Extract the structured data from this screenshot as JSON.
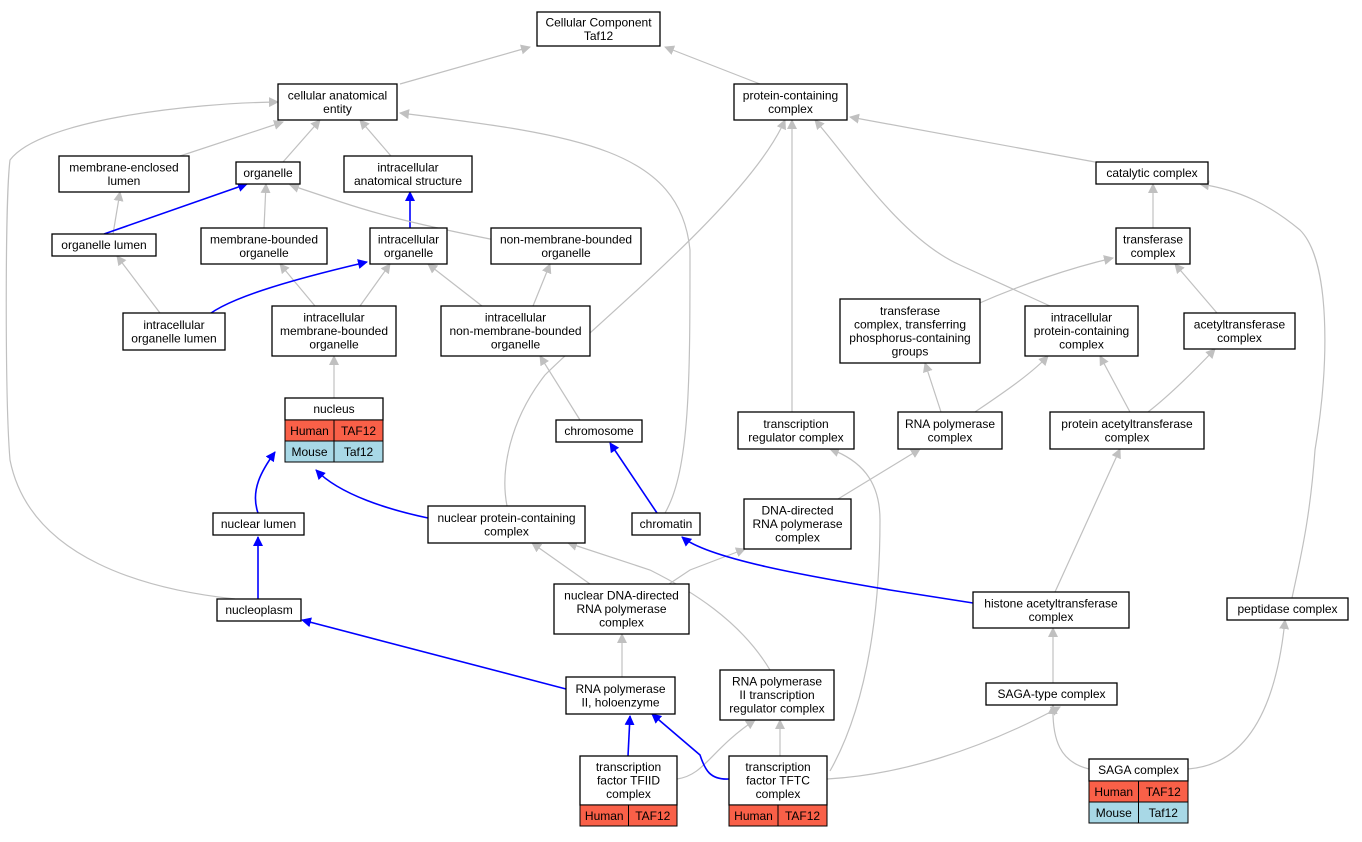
{
  "colors": {
    "human_cell": "#f96048",
    "mouse_cell": "#a8d8e6",
    "edge_default": "#c0c0c0",
    "edge_highlight": "#0000ff"
  },
  "nodes": {
    "root": [
      "Cellular Component",
      "Taf12"
    ],
    "cellular_anatomical_entity": [
      "cellular anatomical",
      "entity"
    ],
    "protein_containing_complex": [
      "protein-containing",
      "complex"
    ],
    "membrane_enclosed_lumen": [
      "membrane-enclosed",
      "lumen"
    ],
    "organelle": [
      "organelle"
    ],
    "intracellular_anatomical_structure": [
      "intracellular",
      "anatomical structure"
    ],
    "catalytic_complex": [
      "catalytic complex"
    ],
    "organelle_lumen": [
      "organelle lumen"
    ],
    "membrane_bounded_organelle": [
      "membrane-bounded",
      "organelle"
    ],
    "intracellular_organelle": [
      "intracellular",
      "organelle"
    ],
    "non_membrane_bounded_organelle": [
      "non-membrane-bounded",
      "organelle"
    ],
    "transferase_complex": [
      "transferase",
      "complex"
    ],
    "intracellular_organelle_lumen": [
      "intracellular",
      "organelle lumen"
    ],
    "intracellular_membrane_bounded_organelle": [
      "intracellular",
      "membrane-bounded",
      "organelle"
    ],
    "intracellular_non_membrane_bounded_organelle": [
      "intracellular",
      "non-membrane-bounded",
      "organelle"
    ],
    "transferase_phosphorus": [
      "transferase",
      "complex, transferring",
      "phosphorus-containing",
      "groups"
    ],
    "intracellular_protein_containing_complex": [
      "intracellular",
      "protein-containing",
      "complex"
    ],
    "acetyltransferase_complex": [
      "acetyltransferase",
      "complex"
    ],
    "nucleus": [
      "nucleus"
    ],
    "chromosome": [
      "chromosome"
    ],
    "transcription_regulator_complex": [
      "transcription",
      "regulator complex"
    ],
    "rna_polymerase_complex": [
      "RNA polymerase",
      "complex"
    ],
    "protein_acetyltransferase_complex": [
      "protein acetyltransferase",
      "complex"
    ],
    "nuclear_lumen": [
      "nuclear lumen"
    ],
    "nuclear_protein_containing_complex": [
      "nuclear protein-containing",
      "complex"
    ],
    "chromatin": [
      "chromatin"
    ],
    "dna_directed_rna_polymerase_complex": [
      "DNA-directed",
      "RNA polymerase",
      "complex"
    ],
    "nuclear_dna_directed_rna_polymerase_complex": [
      "nuclear DNA-directed",
      "RNA polymerase",
      "complex"
    ],
    "nucleoplasm": [
      "nucleoplasm"
    ],
    "histone_acetyltransferase_complex": [
      "histone acetyltransferase",
      "complex"
    ],
    "peptidase_complex": [
      "peptidase complex"
    ],
    "rna_polymerase_ii_holoenzyme": [
      "RNA polymerase",
      "II, holoenzyme"
    ],
    "rna_polymerase_ii_transcription_regulator_complex": [
      "RNA polymerase",
      "II transcription",
      "regulator complex"
    ],
    "saga_type_complex": [
      "SAGA-type complex"
    ],
    "tfiid": [
      "transcription",
      "factor TFIID",
      "complex"
    ],
    "tftc": [
      "transcription",
      "factor TFTC",
      "complex"
    ],
    "saga_complex": [
      "SAGA complex"
    ]
  },
  "annotations": {
    "nucleus": [
      [
        "Human",
        "TAF12"
      ],
      [
        "Mouse",
        "Taf12"
      ]
    ],
    "tfiid": [
      [
        "Human",
        "TAF12"
      ]
    ],
    "tftc": [
      [
        "Human",
        "TAF12"
      ]
    ],
    "saga_complex": [
      [
        "Human",
        "TAF12"
      ],
      [
        "Mouse",
        "Taf12"
      ]
    ]
  }
}
